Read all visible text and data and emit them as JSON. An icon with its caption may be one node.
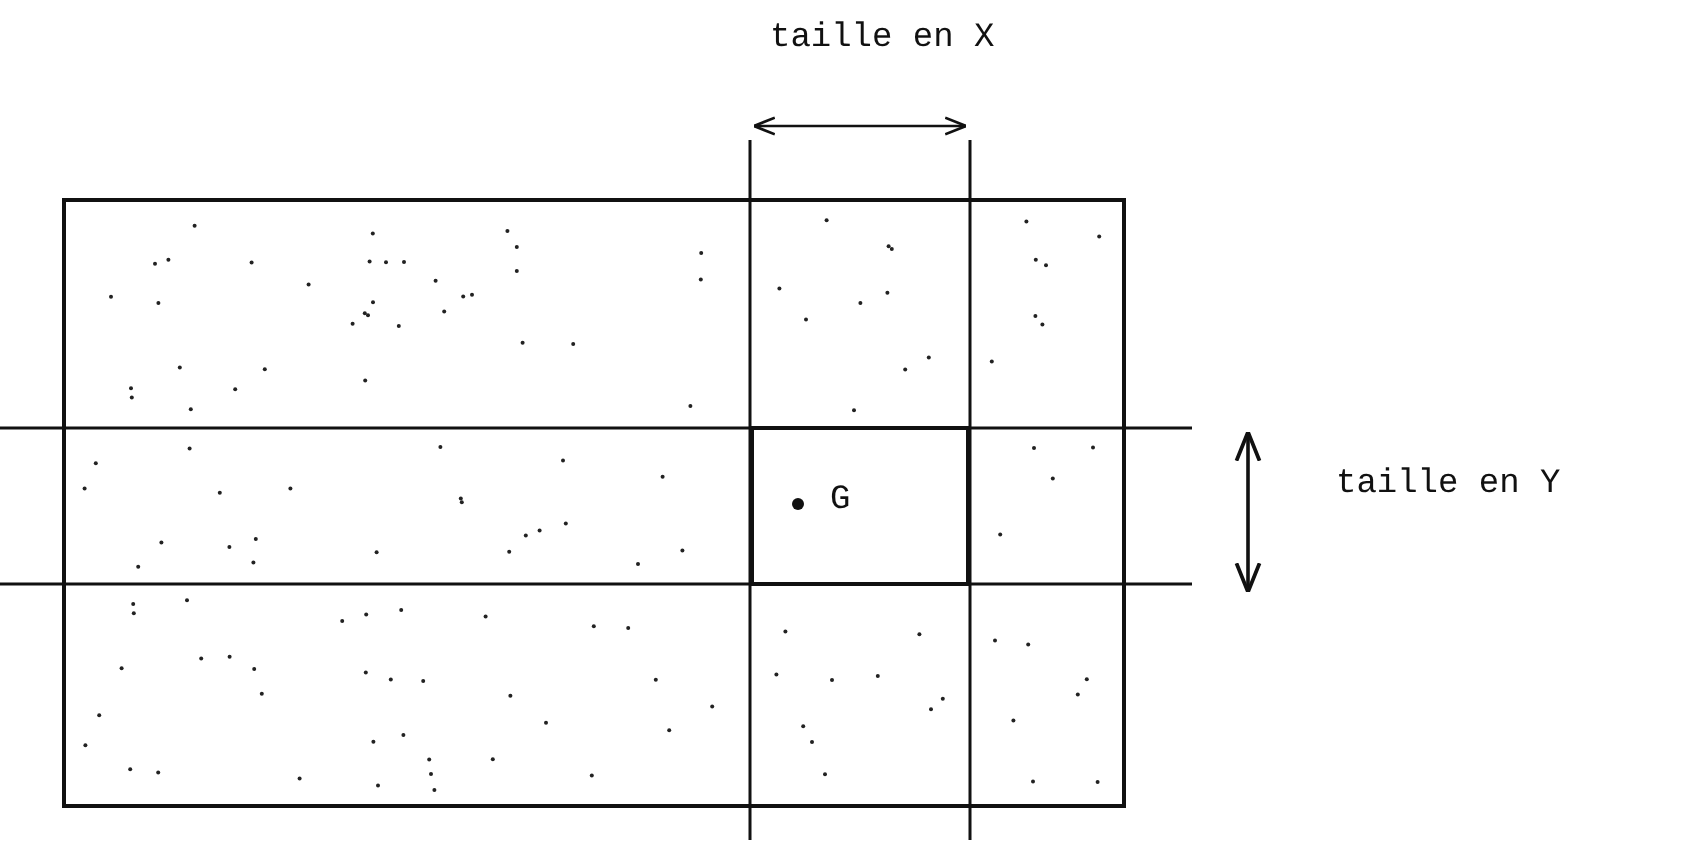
{
  "diagram": {
    "nodes": [
      {
        "text": [
          "G"
        ]
      }
    ],
    "labels": [
      "taille en X",
      "taille en Y"
    ]
  }
}
